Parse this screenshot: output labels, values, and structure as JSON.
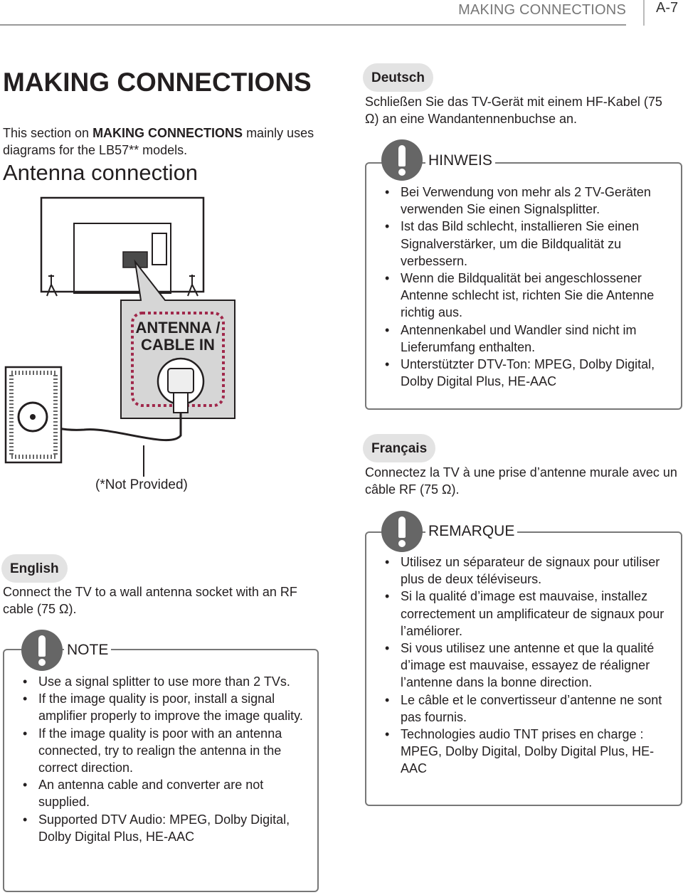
{
  "header": {
    "section": "MAKING CONNECTIONS",
    "page": "A-7"
  },
  "main": {
    "title": "MAKING CONNECTIONS",
    "intro_prefix": "This section on ",
    "intro_bold": "MAKING CONNECTIONS",
    "intro_suffix": " mainly uses diagrams for the LB57** models.",
    "subtitle": "Antenna connection"
  },
  "diagram": {
    "port_label_line1": "ANTENNA /",
    "port_label_line2": "CABLE IN",
    "not_provided": "(*Not Provided)"
  },
  "english": {
    "tab": "English",
    "text": "Connect the TV to a wall antenna socket with an RF cable (75 Ω).",
    "note_title": "NOTE",
    "note_items": [
      "Use a signal splitter to use more than 2 TVs.",
      "If the image quality is poor, install a signal amplifier properly to improve the image quality.",
      "If the image quality is poor with an antenna connected, try to realign the antenna in the correct direction.",
      "An antenna cable and converter are not supplied.",
      "Supported DTV Audio: MPEG, Dolby Digital, Dolby Digital Plus, HE-AAC"
    ]
  },
  "deutsch": {
    "tab": "Deutsch",
    "text": "Schließen Sie das TV-Gerät mit einem HF-Kabel (75 Ω) an eine Wandantennenbuchse an.",
    "note_title": "HINWEIS",
    "note_items": [
      "Bei Verwendung von mehr als 2 TV-Geräten verwenden Sie einen Signalsplitter.",
      "Ist das Bild schlecht, installieren Sie einen Signalverstärker, um die Bildqualität zu verbessern.",
      "Wenn die Bildqualität bei angeschlossener Antenne schlecht ist, richten Sie die Antenne richtig aus.",
      "Antennenkabel und Wandler sind nicht im Lieferumfang enthalten.",
      "Unterstützter DTV-Ton: MPEG, Dolby Digital, Dolby Digital Plus, HE-AAC"
    ]
  },
  "francais": {
    "tab": "Français",
    "text": "Connectez la TV à une prise d’antenne murale avec un câble RF (75 Ω).",
    "note_title": "REMARQUE",
    "note_items": [
      "Utilisez un séparateur de signaux pour utiliser plus de deux téléviseurs.",
      "Si la qualité d’image est mauvaise, installez correctement un amplificateur de signaux pour l’améliorer.",
      "Si vous utilisez une antenne et que la qualité d’image est mauvaise, essayez de réaligner l’antenne dans la bonne direction.",
      "Le câble et le convertisseur d’antenne ne sont pas fournis.",
      "Technologies audio TNT prises en charge : MPEG, Dolby Digital, Dolby Digital Plus, HE-AAC"
    ]
  }
}
